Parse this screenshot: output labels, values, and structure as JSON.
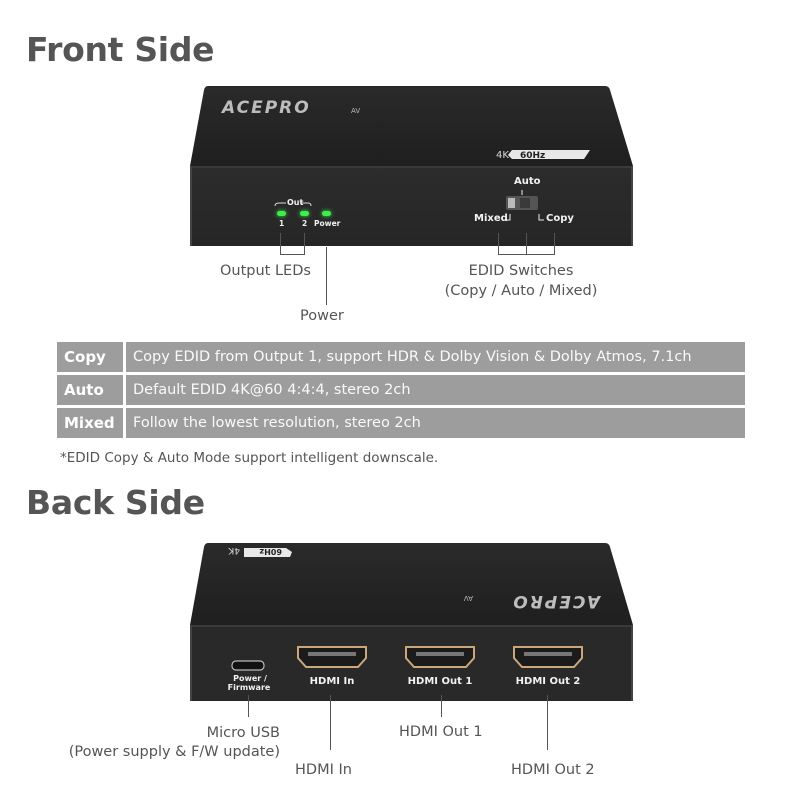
{
  "front": {
    "heading": "Front Side",
    "brand_logo": "ACEPRO AV",
    "badge": "4K 60Hz",
    "panel": {
      "out_group_label": "Out",
      "led_labels": [
        "1",
        "2",
        "Power"
      ],
      "switch_labels": {
        "top": "Auto",
        "left": "Mixed",
        "right": "Copy"
      }
    },
    "callouts": {
      "output_leds": "Output LEDs",
      "power": "Power",
      "edid_line1": "EDID Switches",
      "edid_line2": "(Copy / Auto / Mixed)"
    }
  },
  "edid_table": {
    "rows": [
      {
        "mode": "Copy",
        "description": "Copy EDID from Output 1, support HDR & Dolby Vision & Dolby Atmos, 7.1ch"
      },
      {
        "mode": "Auto",
        "description": "Default EDID 4K@60 4:4:4, stereo 2ch"
      },
      {
        "mode": "Mixed",
        "description": "Follow the lowest resolution, stereo 2ch"
      }
    ],
    "footnote": "*EDID Copy & Auto Mode support intelligent downscale."
  },
  "back": {
    "heading": "Back Side",
    "brand_logo": "ACEPRO AV",
    "badge": "4K 60Hz",
    "panel": {
      "port_labels": {
        "usb_line1": "Power /",
        "usb_line2": "Firmware",
        "hdmi_in": "HDMI In",
        "hdmi_out1": "HDMI Out 1",
        "hdmi_out2": "HDMI Out 2"
      }
    },
    "callouts": {
      "micro_usb_line1": "Micro USB",
      "micro_usb_line2": "(Power supply & F/W update)",
      "hdmi_in": "HDMI In",
      "hdmi_out1": "HDMI Out 1",
      "hdmi_out2": "HDMI Out 2"
    }
  },
  "colors": {
    "heading": "#555555",
    "table_bg": "#9d9d9d",
    "device_body": "#232323",
    "led_green": "#3cf04a",
    "hdmi_gold": "#c9a77a"
  }
}
